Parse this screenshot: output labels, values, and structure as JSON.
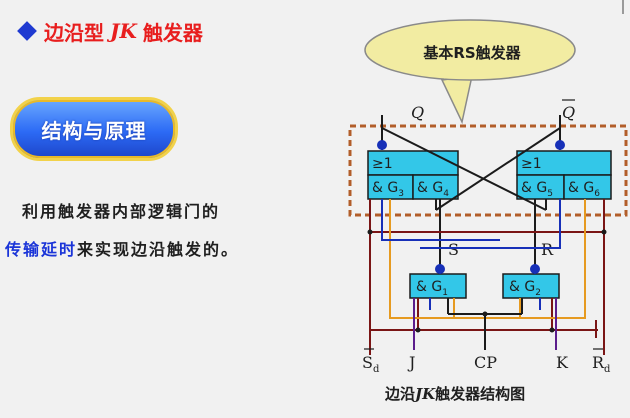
{
  "slide": {
    "title_prefix": "边沿型",
    "title_jk": "JK",
    "title_suffix": "触发器",
    "pill_label": "结构与原理",
    "body_line1": "利用触发器内部逻辑门的",
    "body_line2_highlight": "传输延时",
    "body_line2_rest": "来实现边沿触发的。",
    "bubble_label": "基本RS触发器",
    "caption_prefix": "边沿",
    "caption_jk": "JK",
    "caption_suffix": "触发器结构图"
  },
  "diagram": {
    "output_q": "Q",
    "output_qbar": "Q",
    "or_label": "≥1",
    "and_symbol": "&",
    "gate_g": "G",
    "gates": {
      "g1": "1",
      "g2": "2",
      "g3": "3",
      "g4": "4",
      "g5": "5",
      "g6": "6"
    },
    "signal_s": "S",
    "signal_r": "R",
    "input_sd": "S",
    "input_sd_sub": "d",
    "input_j": "J",
    "input_cp": "CP",
    "input_k": "K",
    "input_rd": "R",
    "input_rd_sub": "d"
  },
  "colors": {
    "title_red": "#e81e1e",
    "diamond_blue": "#1f3ad1",
    "highlight_blue": "#1a34d8",
    "gate_fill": "#33c7e8",
    "wire_brown": "#7a1515",
    "wire_orange": "#e69a20",
    "wire_blue": "#1730b8",
    "wire_dark": "#1b1b1b",
    "wire_purple": "#5b1d8c",
    "dashed_box": "#b25e2a",
    "bubble_fill": "#f2eca2"
  }
}
